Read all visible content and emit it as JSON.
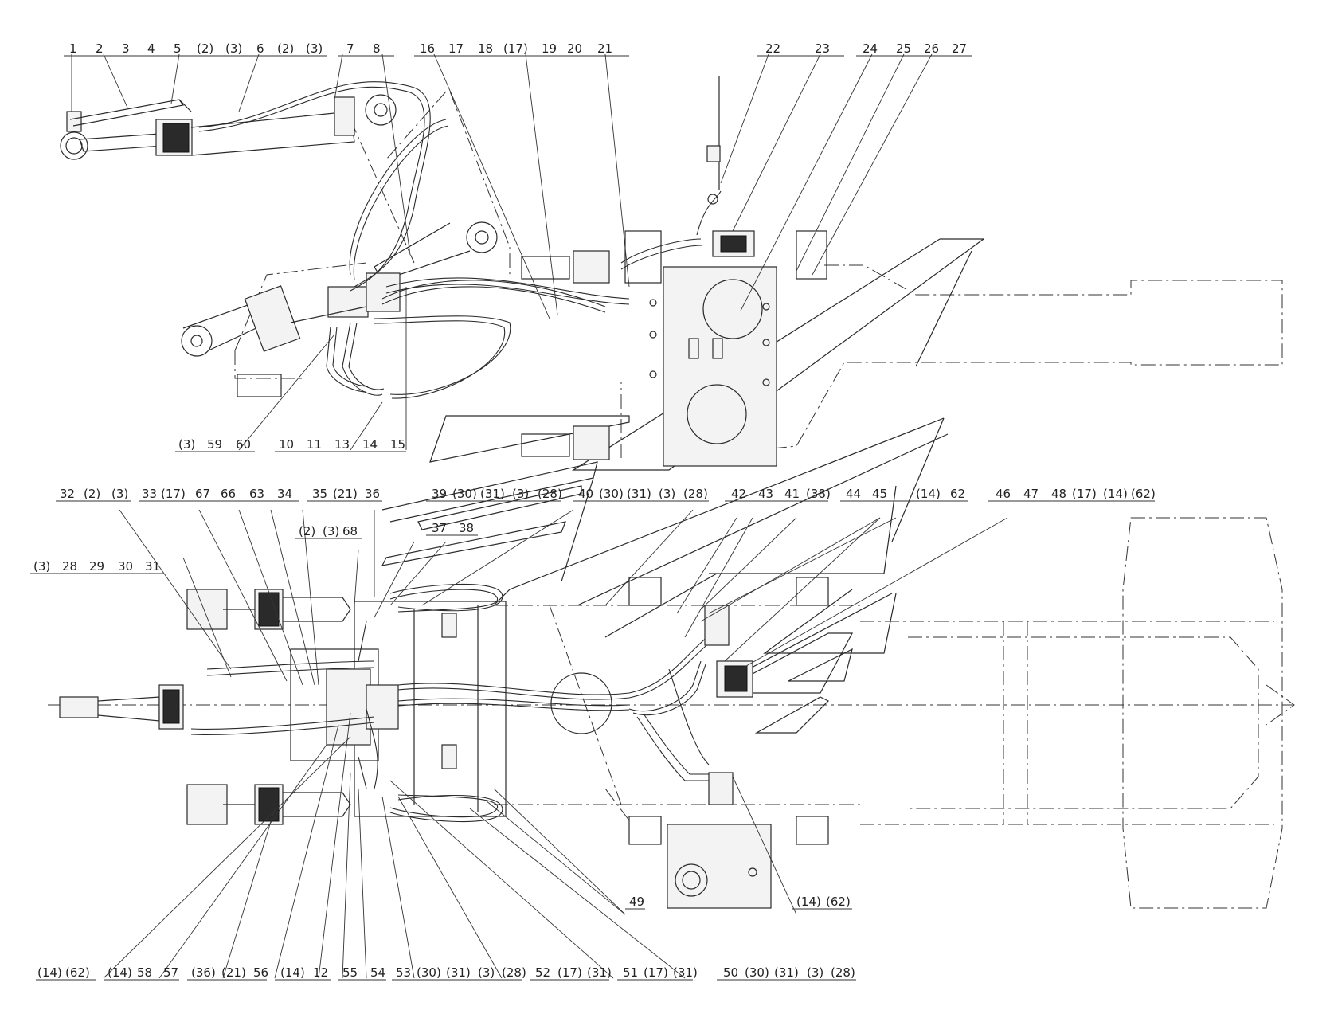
{
  "labels": {
    "top_row": [
      "1",
      "2",
      "3",
      "4",
      "5",
      "(2)",
      "(3)",
      "6",
      "(2)",
      "(3)",
      "7",
      "8",
      "16",
      "17",
      "18",
      "(17)",
      "19",
      "20",
      "21",
      "22",
      "23",
      "24",
      "25",
      "26",
      "27"
    ],
    "top_bottom_row": [
      "(3)",
      "59",
      "60",
      "10",
      "11",
      "13",
      "14",
      "15"
    ],
    "mid_row_left": [
      "32",
      "(2)",
      "(3)",
      "33",
      "(17)",
      "67",
      "66",
      "63",
      "34",
      "35",
      "(21)",
      "36"
    ],
    "mid_row_center": [
      "39",
      "(30)",
      "(31)",
      "(3)",
      "(28)",
      "40",
      "(30)",
      "(31)",
      "(3)",
      "(28)"
    ],
    "mid_row_right": [
      "42",
      "43",
      "41",
      "(38)",
      "44",
      "45",
      "(14)",
      "62",
      "46",
      "47",
      "48",
      "(17)",
      "(14)",
      "(62)"
    ],
    "row_37_38": [
      "37",
      "38"
    ],
    "row_2_3_68": [
      "(2)",
      "(3)",
      "68"
    ],
    "row_28_31": [
      "(3)",
      "28",
      "29",
      "30",
      "31"
    ],
    "label_49": "49",
    "label_14_62": [
      "(14)",
      "(62)"
    ],
    "bottom_row": [
      "(14)",
      "(62)",
      "(14)",
      "58",
      "57",
      "(36)",
      "(21)",
      "56",
      "(14)",
      "12",
      "55",
      "54",
      "53",
      "(30)",
      "(31)",
      "(3)",
      "(28)",
      "52",
      "(17)",
      "(31)",
      "51",
      "(17)",
      "(31)",
      "50",
      "(30)",
      "(31)",
      "(3)",
      "(28)"
    ]
  }
}
